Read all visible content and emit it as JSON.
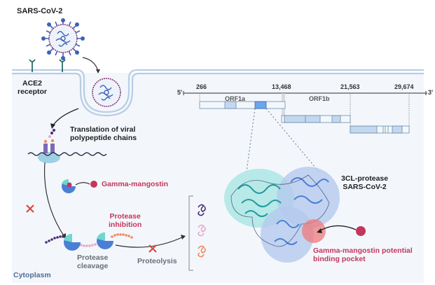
{
  "diagram": {
    "title": "SARS-CoV-2",
    "labels": {
      "virus": "SARS-CoV-2",
      "receptor_line1": "ACE2",
      "receptor_line2": "receptor",
      "translation_line1": "Translation of viral",
      "translation_line2": "polypeptide chains",
      "inhibitor": "Gamma-mangostin",
      "inhibition_line1": "Protease",
      "inhibition_line2": "inhibition",
      "cleavage_line1": "Protease",
      "cleavage_line2": "cleavage",
      "proteolysis": "Proteolysis",
      "cytoplasm": "Cytoplasm",
      "protease_line1": "3CL-protease",
      "protease_line2": "SARS-CoV-2",
      "pocket_line1": "Gamma-mangostin potential",
      "pocket_line2": "binding pocket"
    },
    "genome": {
      "five_prime": "5'",
      "three_prime": "3'",
      "positions": [
        "266",
        "13,468",
        "21,563",
        "29,674"
      ],
      "orfs": [
        "ORF1a",
        "ORF1b"
      ]
    },
    "colors": {
      "cytoplasm_bg": "#f3f7fc",
      "membrane": "#b9cde3",
      "virus_blue": "#3d63b5",
      "virus_purple": "#8b3a7a",
      "inhibitor_red": "#c4365a",
      "protease_teal": "#6fd6d0",
      "protease_blue": "#4a7fd6",
      "genome_highlight": "#6aa5f0",
      "genome_box": "#ddeaf7",
      "genome_box_dark": "#c2d8ef",
      "cross_red": "#e0483c",
      "peptide_purple": "#4b2a7a",
      "peptide_pink": "#eaa8c8",
      "peptide_orange": "#f08a5c"
    }
  }
}
